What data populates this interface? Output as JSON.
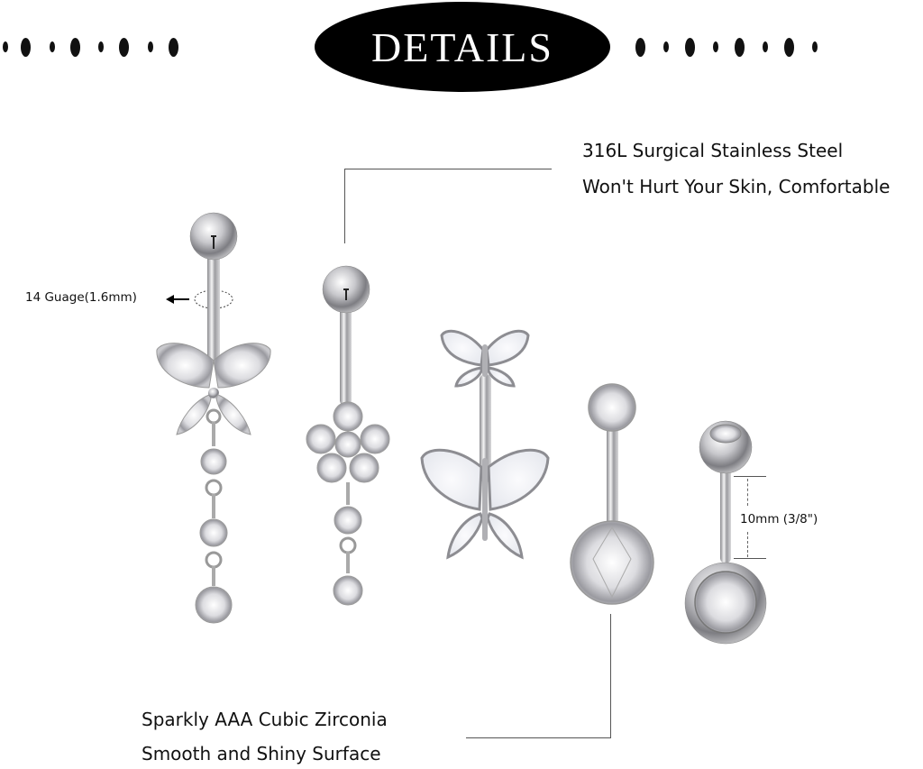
{
  "header": {
    "title": "DETAILS",
    "badge_color": "#000000",
    "dot_color": "#111111"
  },
  "callouts": {
    "material": {
      "line1": "316L Surgical Stainless Steel",
      "line2": "Won't Hurt Your Skin, Comfortable"
    },
    "stones": {
      "line1": "Sparkly AAA Cubic Zirconia",
      "line2": "Smooth and Shiny Surface"
    },
    "gauge": "14 Guage(1.6mm)",
    "length": "10mm (3/8\")"
  },
  "products": [
    {
      "name": "butterfly-cz-dangle-belly-ring"
    },
    {
      "name": "flower-cz-dangle-belly-ring"
    },
    {
      "name": "opal-double-butterfly-belly-ring"
    },
    {
      "name": "round-cz-prong-belly-ring"
    },
    {
      "name": "bezel-set-cz-ball-belly-ring"
    }
  ]
}
